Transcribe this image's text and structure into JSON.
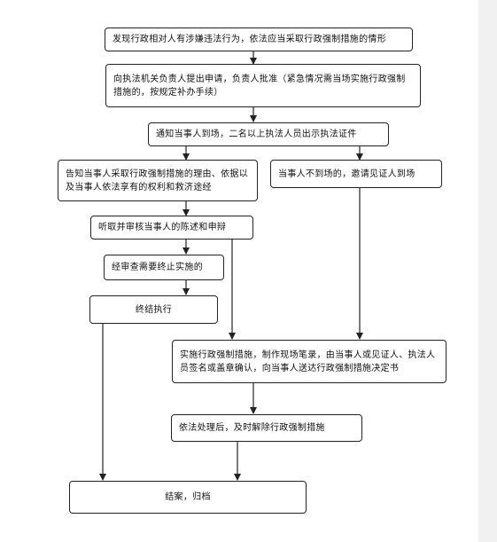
{
  "flowchart": {
    "steps": {
      "discover": "发现行政相对人有涉嫌违法行为，依法应当采取行政强制措施的情形",
      "apply": "向执法机关负责人提出申请，负责人批准（紧急情况需当场实施行政强制措施的，按规定补办手续）",
      "notify": "通知当事人到场，二名以上执法人员出示执法证件",
      "inform": "告知当事人采取行政强制措施的理由、依据以及当事人依法享有的权利和救济途经",
      "absent": "当事人不到场的，邀请见证人到场",
      "hear": "听取并审核当事人的陈述和申辩",
      "review_stop": "经审查需要终止实施的",
      "terminate": "终结执行",
      "implement": "实施行政强制措施，制作现场笔录，由当事人或见证人、执法人员签名或盖章确认，向当事人送达行政强制措施决定书",
      "release": "依法处理后，及时解除行政强制措施",
      "close": "结案，归档"
    }
  },
  "colors": {
    "line": "#222222",
    "background": "#ffffff",
    "edge_band": "#f1f1f1"
  }
}
